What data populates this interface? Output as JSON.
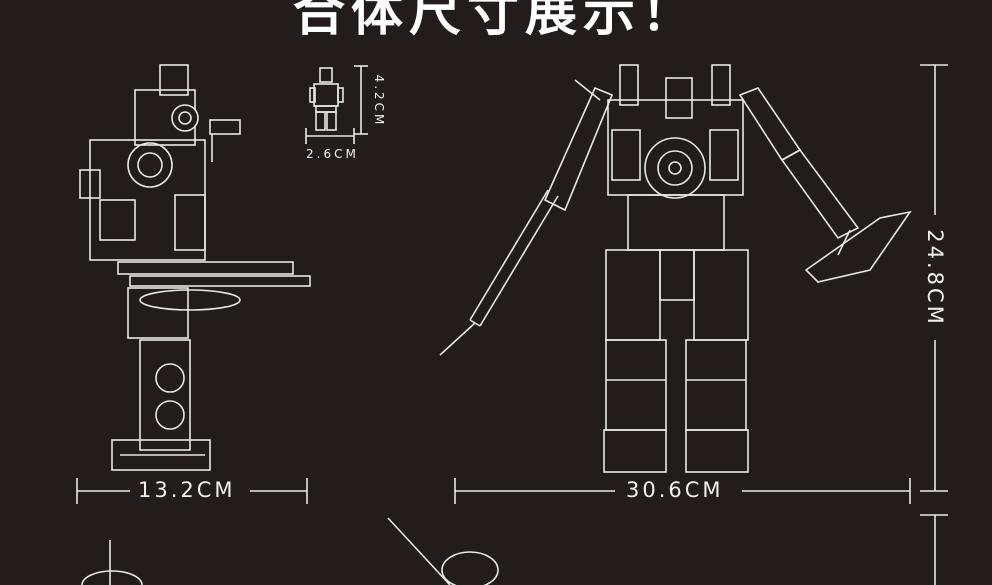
{
  "heading": "合体尺寸展示！",
  "dimensions": {
    "side_width": "13.2CM",
    "front_width": "30.6CM",
    "front_height": "24.8CM",
    "minifig_height": "4.2CM",
    "minifig_width": "2.6CM"
  },
  "colors": {
    "background": "#221c1c",
    "line": "#e8e8e8",
    "text": "#f2f2f2"
  }
}
